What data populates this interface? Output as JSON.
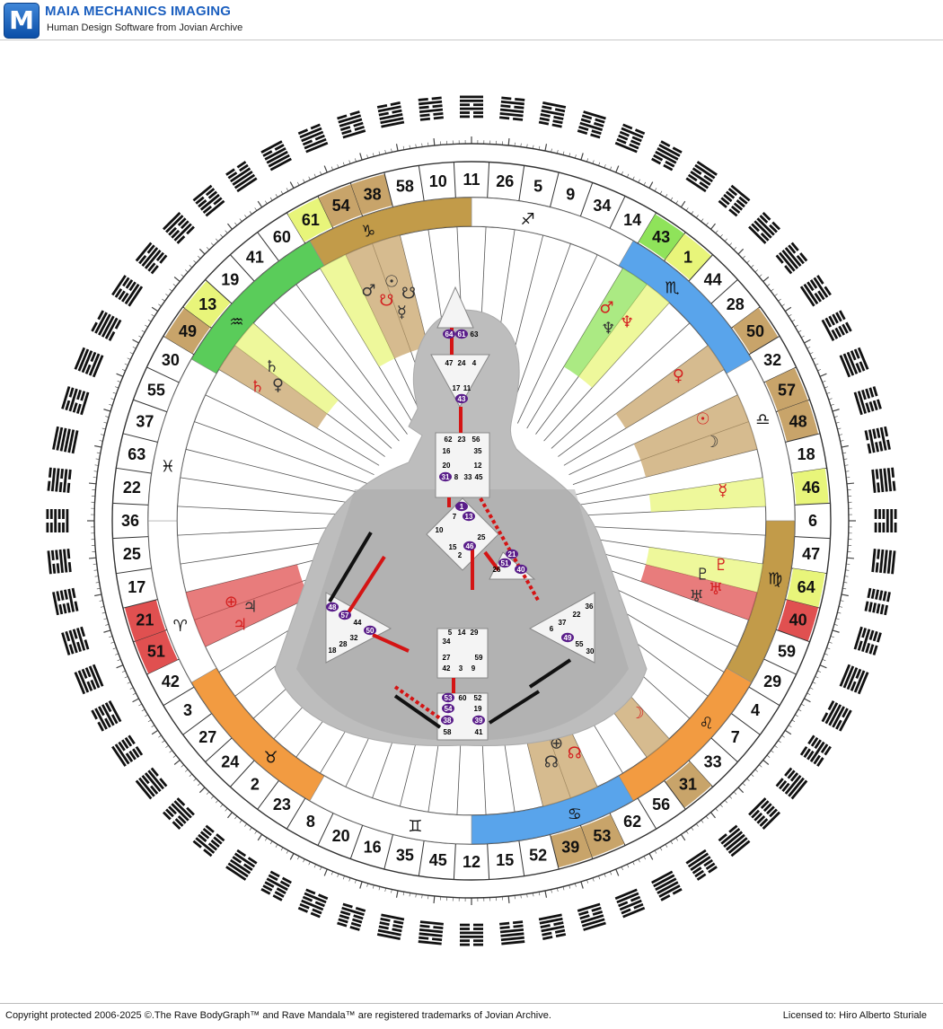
{
  "app": {
    "logo_letter": "M",
    "title": "MAIA MECHANICS IMAGING",
    "subtitle": "Human Design Software from Jovian Archive"
  },
  "footer": {
    "copyright": "Copyright protected 2006-2025 ©.The Rave BodyGraph™ and Rave Mandala™ are registered trademarks of Jovian Archive.",
    "license": "Licensed to: Hiro Alberto Sturiale"
  },
  "wheel": {
    "gates_clockwise_from_top": [
      "11",
      "26",
      "5",
      "9",
      "34",
      "14",
      "43",
      "1",
      "44",
      "28",
      "50",
      "32",
      "57",
      "48",
      "18",
      "46",
      "6",
      "47",
      "64",
      "40",
      "59",
      "29",
      "4",
      "7",
      "33",
      "31",
      "56",
      "62",
      "53",
      "39",
      "52",
      "15",
      "12",
      "45",
      "35",
      "16",
      "20",
      "8",
      "23",
      "2",
      "24",
      "27",
      "3",
      "42",
      "51",
      "21",
      "17",
      "25",
      "36",
      "22",
      "63",
      "37",
      "55",
      "30",
      "49",
      "13",
      "19",
      "41",
      "60",
      "61",
      "54",
      "38",
      "58",
      "10"
    ],
    "highlighted_gates": {
      "54": "#c8a46a",
      "38": "#c8a46a",
      "61": "#e8f57a",
      "43": "#8fe35a",
      "1": "#e8f57a",
      "50": "#c8a46a",
      "57": "#c8a46a",
      "48": "#c8a46a",
      "46": "#e8f57a",
      "64": "#e8f57a",
      "40": "#e05050",
      "31": "#c8a46a",
      "53": "#c8a46a",
      "39": "#c8a46a",
      "51": "#e05050",
      "21": "#e05050",
      "49": "#c8a46a",
      "13": "#e8f57a"
    },
    "zodiac_signs": [
      {
        "name": "sagittarius-sign",
        "glyph": "♐"
      },
      {
        "name": "scorpio-sign",
        "glyph": "♏"
      },
      {
        "name": "libra-sign",
        "glyph": "♎"
      },
      {
        "name": "virgo-sign",
        "glyph": "♍"
      },
      {
        "name": "leo-sign",
        "glyph": "♌"
      },
      {
        "name": "cancer-sign",
        "glyph": "♋"
      },
      {
        "name": "gemini-sign",
        "glyph": "♊"
      },
      {
        "name": "taurus-sign",
        "glyph": "♉"
      },
      {
        "name": "aries-sign",
        "glyph": "♈"
      },
      {
        "name": "pisces-sign",
        "glyph": "♓"
      },
      {
        "name": "aquarius-sign",
        "glyph": "♒"
      },
      {
        "name": "capricorn-sign",
        "glyph": "♑"
      }
    ],
    "planet_markers": [
      {
        "gate": "43",
        "glyph": "♂",
        "color": "#d42020"
      },
      {
        "gate": "43",
        "glyph": "♆",
        "color": "#333333"
      },
      {
        "gate": "1",
        "glyph": "♆",
        "color": "#d42020"
      },
      {
        "gate": "50",
        "glyph": "♀",
        "color": "#d42020"
      },
      {
        "gate": "57",
        "glyph": "☉",
        "color": "#d42020"
      },
      {
        "gate": "48",
        "glyph": "☽",
        "color": "#333333"
      },
      {
        "gate": "46",
        "glyph": "☿",
        "color": "#d42020"
      },
      {
        "gate": "64",
        "glyph": "♇",
        "color": "#d42020"
      },
      {
        "gate": "64",
        "glyph": "♇",
        "color": "#333333"
      },
      {
        "gate": "40",
        "glyph": "♅",
        "color": "#d42020"
      },
      {
        "gate": "40",
        "glyph": "♅",
        "color": "#333333"
      },
      {
        "gate": "31",
        "glyph": "☽",
        "color": "#d42020"
      },
      {
        "gate": "53",
        "glyph": "☊",
        "color": "#d42020"
      },
      {
        "gate": "53",
        "glyph": "⊕",
        "color": "#333333"
      },
      {
        "gate": "39",
        "glyph": "☊",
        "color": "#333333"
      },
      {
        "gate": "51",
        "glyph": "♃",
        "color": "#d42020"
      },
      {
        "gate": "51",
        "glyph": "♃",
        "color": "#333333"
      },
      {
        "gate": "21",
        "glyph": "⊕",
        "color": "#d42020"
      },
      {
        "gate": "49",
        "glyph": "♄",
        "color": "#d42020"
      },
      {
        "gate": "49",
        "glyph": "♀",
        "color": "#333333"
      },
      {
        "gate": "13",
        "glyph": "♄",
        "color": "#333333"
      },
      {
        "gate": "54",
        "glyph": "♂",
        "color": "#333333"
      },
      {
        "gate": "54",
        "glyph": "☋",
        "color": "#d42020"
      },
      {
        "gate": "38",
        "glyph": "☉",
        "color": "#333333"
      },
      {
        "gate": "38",
        "glyph": "☋",
        "color": "#333333"
      },
      {
        "gate": "38",
        "glyph": "☿",
        "color": "#333333"
      }
    ]
  },
  "bodygraph": {
    "gate_labels": [
      "64",
      "61",
      "63",
      "47",
      "24",
      "4",
      "17",
      "11",
      "43",
      "62",
      "23",
      "56",
      "16",
      "35",
      "20",
      "12",
      "31",
      "8",
      "33",
      "45",
      "1",
      "7",
      "13",
      "10",
      "25",
      "15",
      "2",
      "46",
      "21",
      "26",
      "51",
      "40",
      "48",
      "57",
      "44",
      "50",
      "32",
      "28",
      "18",
      "5",
      "14",
      "29",
      "34",
      "27",
      "59",
      "42",
      "3",
      "9",
      "53",
      "60",
      "52",
      "54",
      "19",
      "38",
      "39",
      "58",
      "41",
      "36",
      "22",
      "37",
      "6",
      "49",
      "55",
      "30"
    ]
  }
}
